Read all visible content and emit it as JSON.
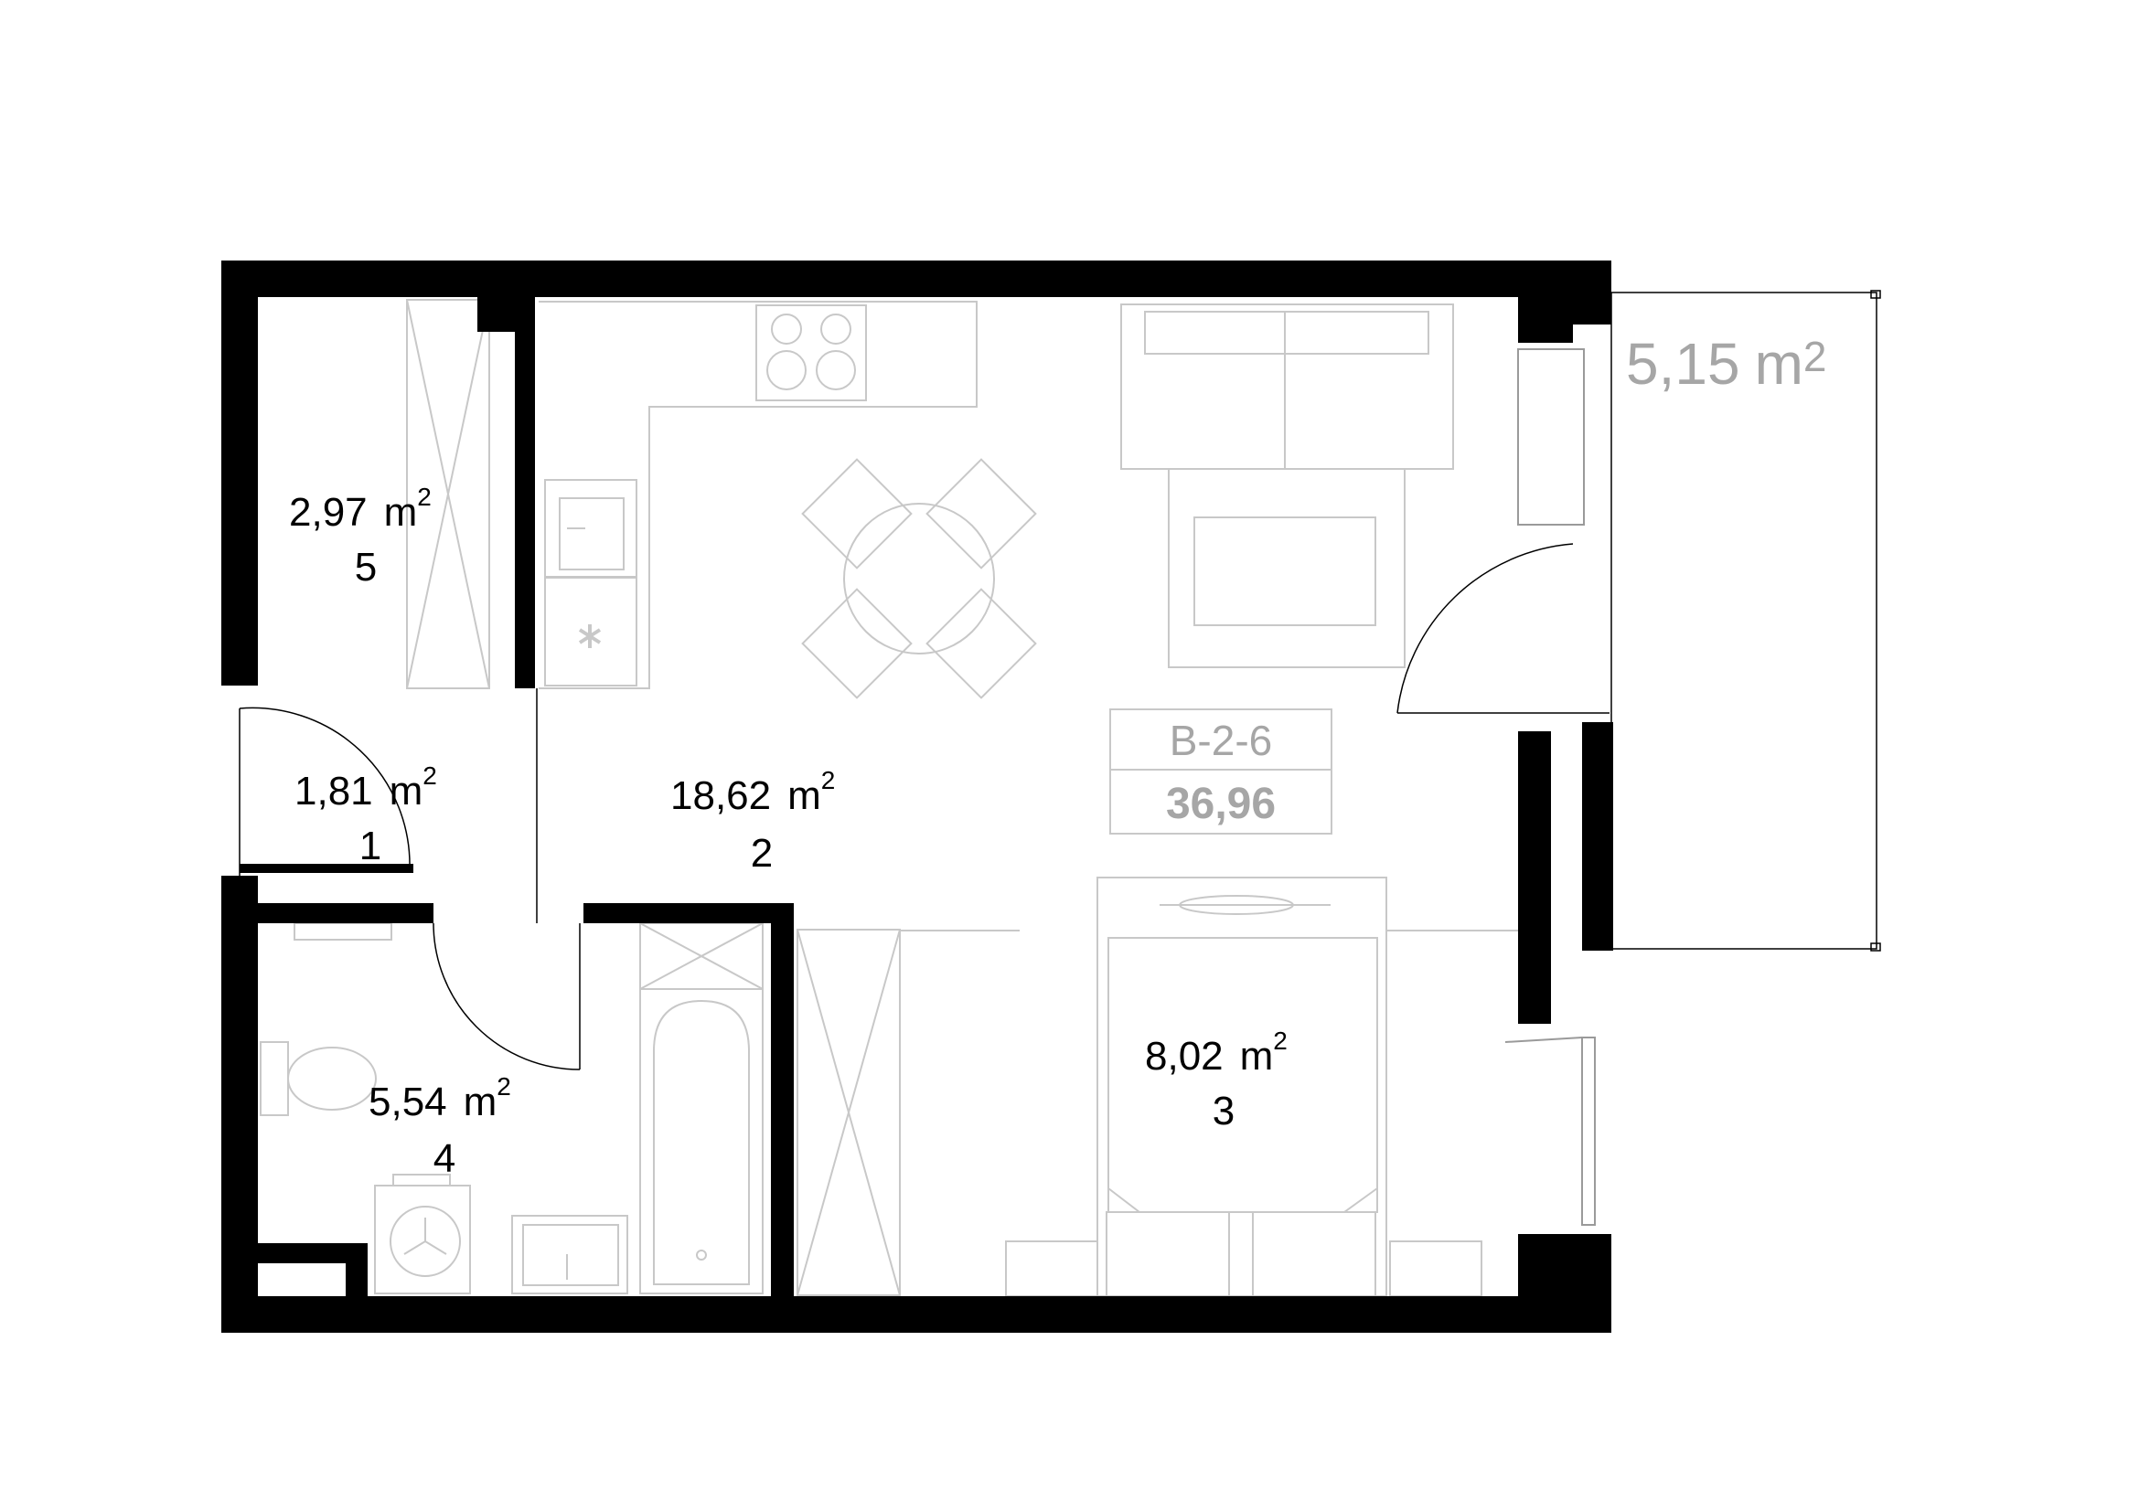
{
  "rooms": [
    {
      "id": "1",
      "area_value": "1,81",
      "area_unit": "m",
      "area_exp": "2",
      "number": "1"
    },
    {
      "id": "2",
      "area_value": "18,62",
      "area_unit": "m",
      "area_exp": "2",
      "number": "2"
    },
    {
      "id": "3",
      "area_value": "8,02",
      "area_unit": "m",
      "area_exp": "2",
      "number": "3"
    },
    {
      "id": "4",
      "area_value": "5,54",
      "area_unit": "m",
      "area_exp": "2",
      "number": "4"
    },
    {
      "id": "5",
      "area_value": "2,97",
      "area_unit": "m",
      "area_exp": "2",
      "number": "5"
    }
  ],
  "balcony": {
    "area_value": "5,15",
    "area_unit": "m",
    "area_exp": "2"
  },
  "unit": {
    "code": "B-2-6",
    "total_area": "36,96"
  },
  "colors": {
    "walls": "#000000",
    "furniture": "#c8c8c8",
    "gray_text": "#a6a6a6"
  }
}
